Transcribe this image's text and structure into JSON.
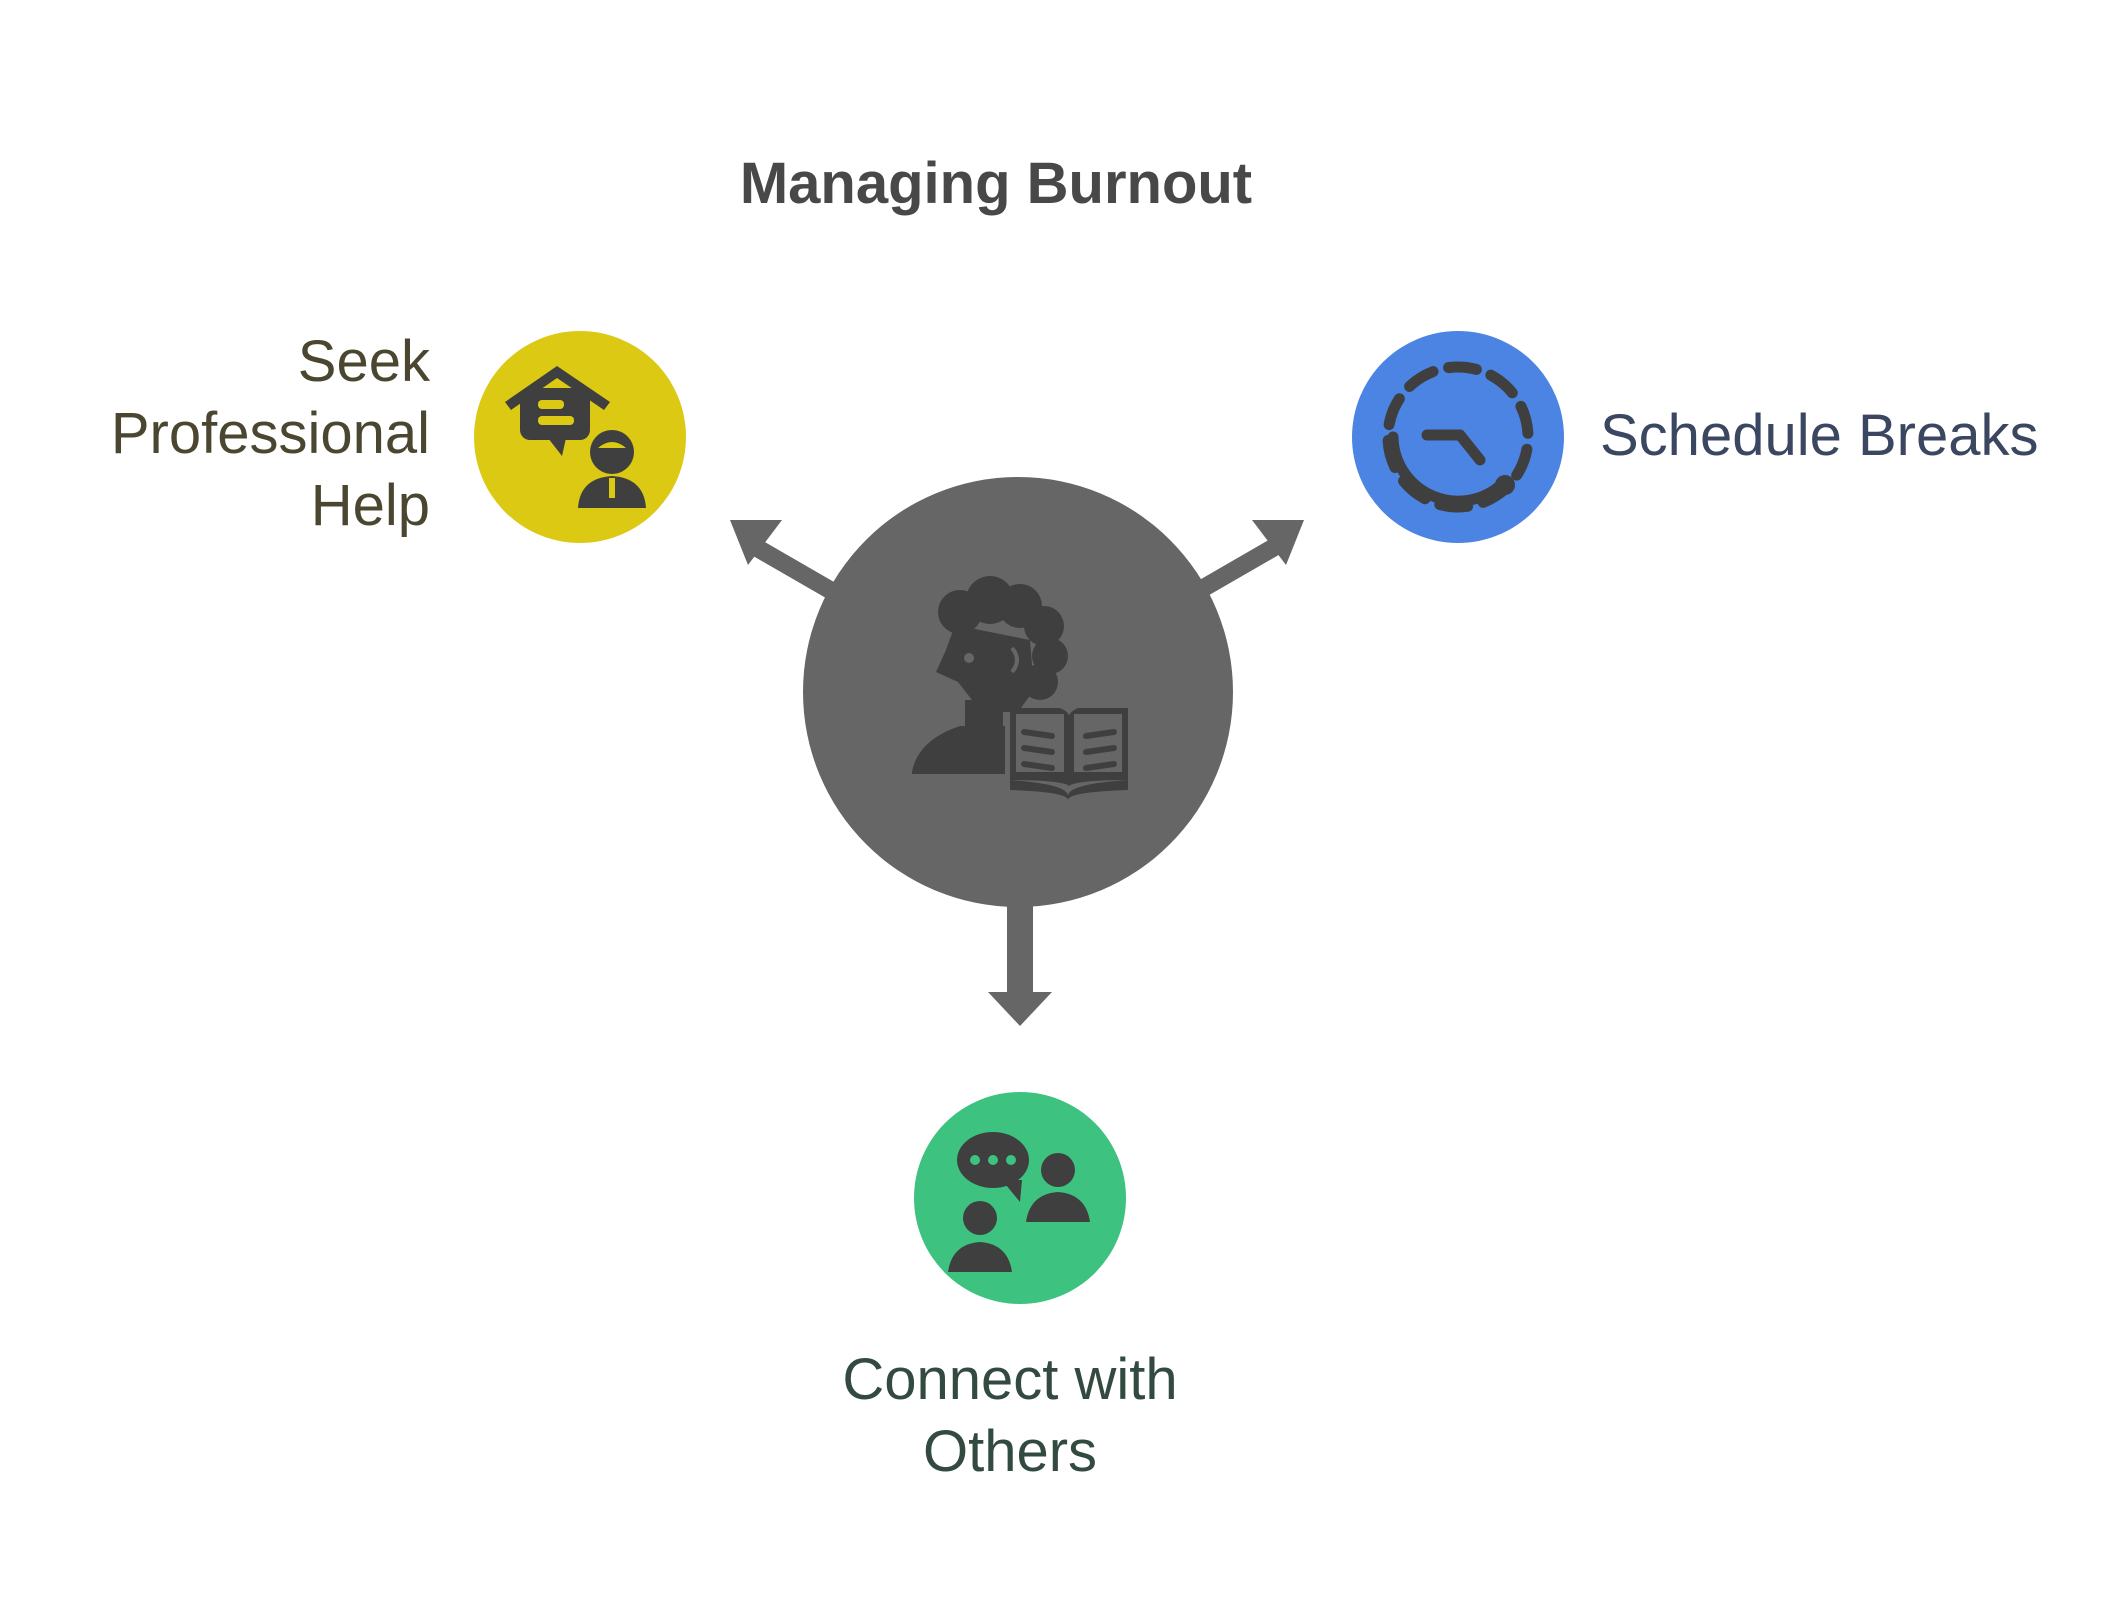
{
  "title": "Managing Burnout",
  "colors": {
    "background": "#ffffff",
    "center": "#666666",
    "connector": "#666666",
    "icon": "#3f3f3f",
    "seek": "#dcc914",
    "breaks": "#4c84e3",
    "connect": "#3dc27f",
    "title_text": "#484848",
    "seek_text": "#4a4630",
    "breaks_text": "#3b4660",
    "connect_text": "#334a40"
  },
  "center": {
    "icon": "reading-person-icon"
  },
  "nodes": [
    {
      "key": "seek",
      "label_lines": [
        "Seek",
        "Professional",
        "Help"
      ],
      "icon": "professional-help-icon"
    },
    {
      "key": "breaks",
      "label_lines": [
        "Schedule Breaks"
      ],
      "icon": "clock-icon"
    },
    {
      "key": "connect",
      "label_lines": [
        "Connect with",
        "Others"
      ],
      "icon": "conversation-icon"
    }
  ]
}
